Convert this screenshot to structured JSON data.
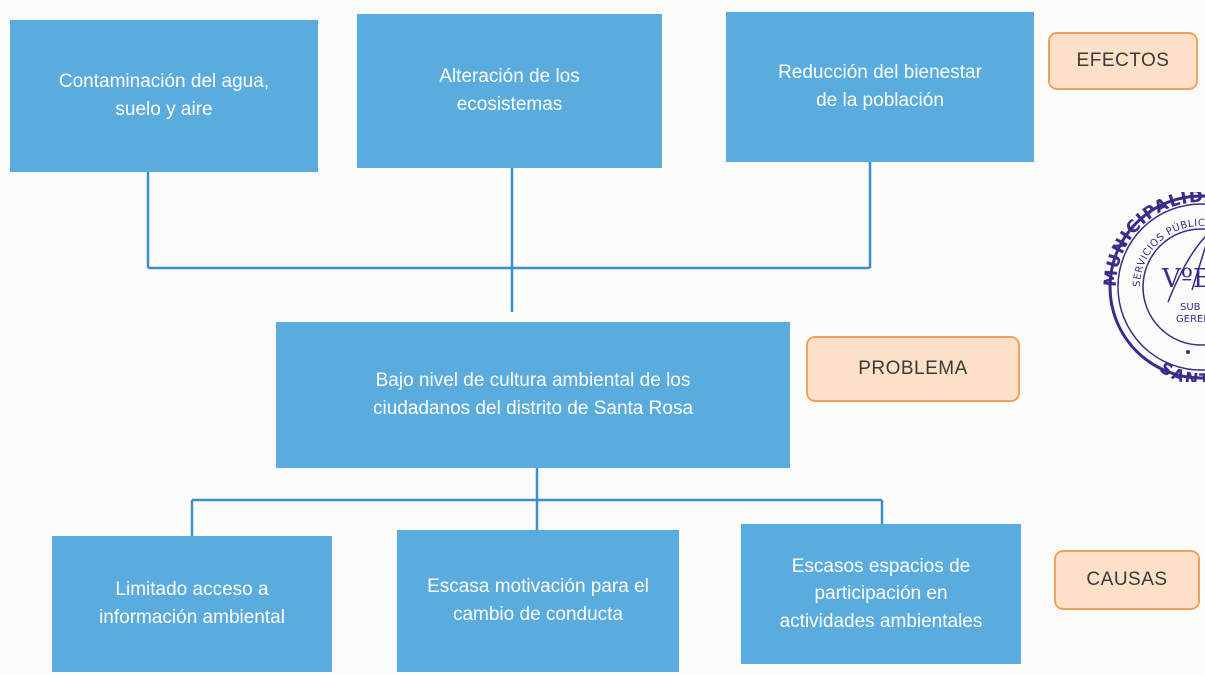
{
  "effects": [
    "Contaminación del agua,\nsuelo y aire",
    "Alteración de los\necosistemas",
    "Reducción del bienestar\nde la población"
  ],
  "problem": "Bajo nivel de cultura ambiental de los\nciudadanos del distrito de Santa Rosa",
  "causes": [
    "Limitado acceso a\ninformación ambiental",
    "Escasa motivación para el\ncambio de conducta",
    "Escasos espacios de\nparticipación en\nactividades ambientales"
  ],
  "labels": {
    "effects": "EFECTOS",
    "problem": "PROBLEMA",
    "causes": "CAUSAS"
  },
  "seal": {
    "top_text": "MUNICIPALIDAD DI",
    "inner_text": "SERVICIOS PÚBLICOS Y",
    "bottom_text": "SANTA",
    "center_text": "VºB",
    "sub_text": "SUB",
    "gerencia_text": "GERENC"
  },
  "colors": {
    "box_fill": "#5aacde",
    "line": "#3c8fc9",
    "tag_fill": "#fde0c8",
    "tag_border": "#f0a35e",
    "seal_ink": "#3b2c8a"
  }
}
